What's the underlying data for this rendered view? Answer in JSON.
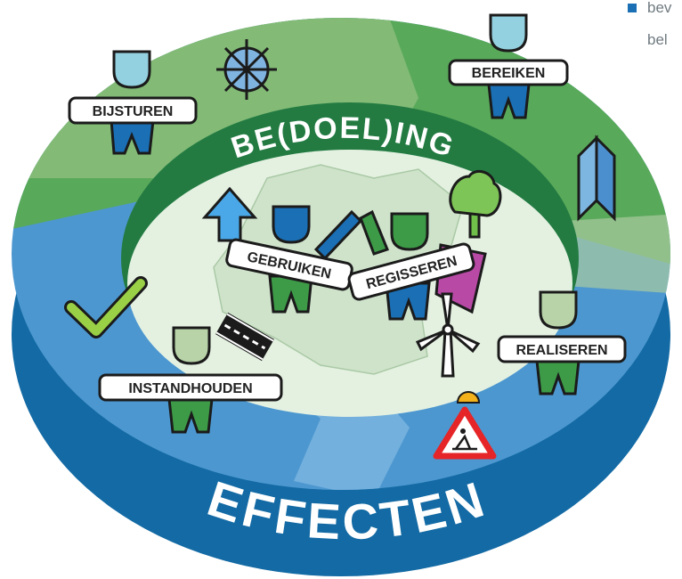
{
  "diagram": {
    "center_title": "BE(DOEL)ING",
    "base_title": "EFFECTEN",
    "roles": [
      {
        "id": "bijsturen",
        "label": "BIJSTUREN"
      },
      {
        "id": "bereiken",
        "label": "BEREIKEN"
      },
      {
        "id": "gebruiken",
        "label": "GEBRUIKEN"
      },
      {
        "id": "regisseren",
        "label": "REGISSEREN"
      },
      {
        "id": "realiseren",
        "label": "REALISEREN"
      },
      {
        "id": "instandhouden",
        "label": "INSTANDHOUDEN"
      }
    ],
    "icons": [
      "ship-wheel-icon",
      "map-icon",
      "tree-icon",
      "up-arrow-icon",
      "handshake-icon",
      "flag-icon",
      "wind-turbine-icon",
      "checkmark-icon",
      "road-icon",
      "construction-sign-icon"
    ]
  },
  "corner_text": {
    "line1": "bev",
    "line2": "bel"
  },
  "colors": {
    "outer_green": "#59a95a",
    "outer_light_green": "#89bd7b",
    "outer_blue": "#4c97d0",
    "outer_light_blue": "#7db6e0",
    "wall_blue": "#136aa4",
    "ring_dark_green": "#237b42",
    "inner_pale": "#e4f1e1",
    "figure_dark_blue": "#1a6fb5",
    "figure_green": "#3d9b48"
  }
}
